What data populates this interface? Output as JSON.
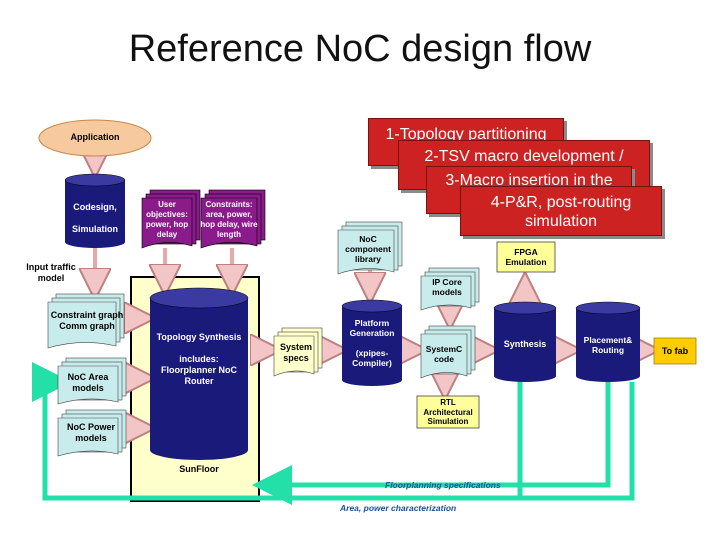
{
  "slide": {
    "title": "Reference NoC design flow"
  },
  "banners": [
    {
      "text": "1-Topology partitioning"
    },
    {
      "text": "2-TSV macro development / characterization (TSVs, ...)"
    },
    {
      "text": "3-Macro insertion in the"
    },
    {
      "text": "4-P&R, post-routing simulation"
    }
  ],
  "nodes": {
    "application": "Application",
    "codesign": "Codesign,\n\nSimulation",
    "user_objectives": "User objectives: power, hop delay",
    "constraints": "Constraints: area, power, hop delay, wire length",
    "input_traffic": "Input traffic model",
    "constraint_graph": "Constraint graph Comm graph",
    "noc_area": "NoC Area models",
    "noc_power": "NoC Power models",
    "topology_synthesis": "Topology Synthesis\n\nincludes: Floorplanner NoC Router",
    "sunfloor": "SunFloor",
    "system_specs": "System specs",
    "noc_library": "NoC component library",
    "platform_generation": "Platform Generation\n\n(xpipes-Compiler)",
    "ip_core": "IP Core models",
    "systemc": "SystemC code",
    "rtl_sim": "RTL Architectural Simulation",
    "fpga": "FPGA Emulation",
    "synthesis": "Synthesis",
    "placement": "Placement& Routing",
    "to_fab": "To fab"
  },
  "edges": {
    "floorplanning": "Floorplanning specifications",
    "area_power": "Area, power characterization"
  },
  "colors": {
    "banner": "#cc2222",
    "cylinder": "#1a1a7a",
    "magenta": "#8b1a8b",
    "paper": "#c8ecec",
    "yellow": "#ffff99",
    "gold": "#ffcc00",
    "sunfloor_bg": "#ffffcc",
    "feedback": "#22e0a8"
  }
}
